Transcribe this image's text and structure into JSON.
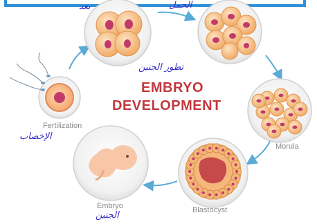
{
  "diagram": {
    "title_line1": "EMBRYO",
    "title_line2": "DEVELOPMENT",
    "stages": {
      "fertilization": "Fertilization",
      "morula": "Morula",
      "blastocyst": "Blastocyst",
      "embryo": "Embryo"
    },
    "annotations": {
      "top_left": "بعد",
      "top_right": "الحمل",
      "center": "تطور الجنين",
      "left": "الإخصاب",
      "bottom": "الجنين"
    }
  },
  "colors": {
    "title": "#c2383f",
    "label": "#8a8a8a",
    "handwriting": "#3a2fc4",
    "arrow": "#5aaad8",
    "frame": "#2f8fd8",
    "cell_fill": "#f4b77a",
    "nucleus": "#c23a6a"
  }
}
